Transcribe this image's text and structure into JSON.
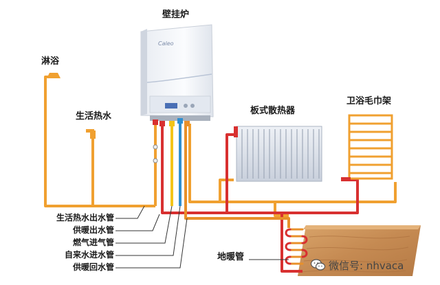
{
  "labels": {
    "boiler": "壁挂炉",
    "shower": "淋浴",
    "hot_water": "生活热水",
    "radiator": "板式散热器",
    "towel_rack": "卫浴毛巾架",
    "floor_heating": "地暖管"
  },
  "boiler_brand": "Caleo",
  "pipe_labels": [
    "生活热水出水管",
    "供暖出水管",
    "燃气进气管",
    "自来水进水管",
    "供暖回水管"
  ],
  "watermark": {
    "text": "微信号: nhvaca",
    "icon": "wechat-icon"
  },
  "colors": {
    "hot_water_pipe": "#f0a030",
    "heating_supply": "#d83030",
    "gas_pipe": "#f3c419",
    "cold_water_pipe": "#2f8fd0",
    "heating_return": "#b8b8b8",
    "wood": "#c8925a"
  }
}
